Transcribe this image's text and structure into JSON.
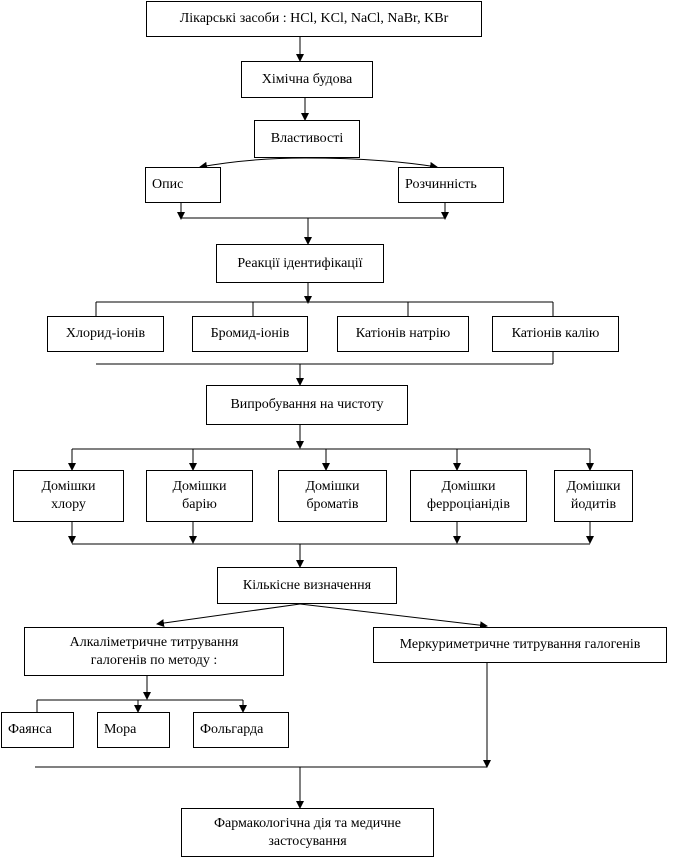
{
  "boxes": {
    "drugs": "Лікарські засоби : HCl, KCl, NaCl, NaBr, KBr",
    "chemical_structure": "Хімічна будова",
    "properties": "Властивості",
    "description": "Опис",
    "solubility": "Розчинність",
    "identification": "Реакції ідентифікації",
    "chloride": "Хлорид-іонів",
    "bromide": "Бромид-іонів",
    "sodium": "Катіонів натрію",
    "potassium": "Катіонів калію",
    "purity": "Випробування на чистоту",
    "impurity_chlorine": "Домішки\nхлору",
    "impurity_barium": "Домішки\nбарію",
    "impurity_bromates": "Домішки\nброматів",
    "impurity_ferrocyanides": "Домішки\nферроціанідів",
    "impurity_iodides": "Домішки\nйодитів",
    "quantitative": "Кількісне визначення",
    "alkalimetric": "Алкаліметричне титрування\nгалогенів по методу :",
    "mercurimetric": "Меркуриметричне титрування галогенів",
    "fajans": "Фаянса",
    "mohr": "Мора",
    "volhard": "Фольгарда",
    "pharmacology": "Фармакологічна дія та медичне\nзастосування"
  }
}
